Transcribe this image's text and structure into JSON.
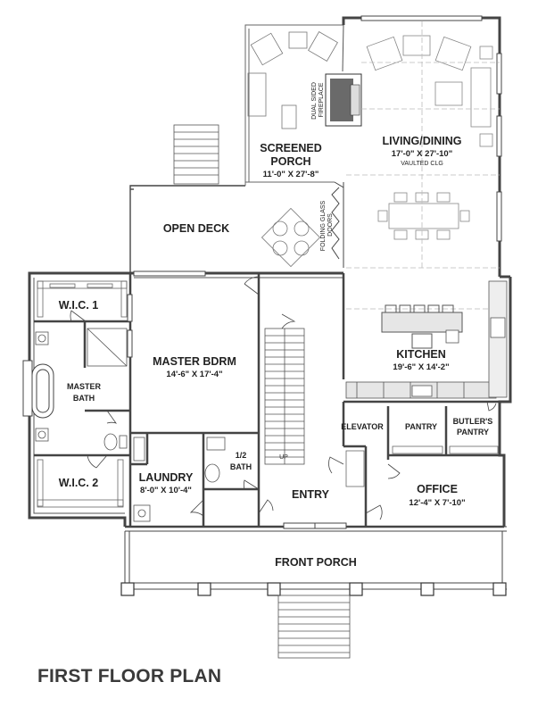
{
  "title": "FIRST FLOOR PLAN",
  "rooms": {
    "screened_porch": {
      "name_line1": "SCREENED",
      "name_line2": "PORCH",
      "dims": "11'-0\" X 27'-8\""
    },
    "living_dining": {
      "name": "LIVING/DINING",
      "dims": "17'-0\" X 27'-10\"",
      "note": "VAULTED CLG"
    },
    "open_deck": {
      "name": "OPEN DECK"
    },
    "wic1": {
      "name": "W.I.C. 1"
    },
    "master_bath": {
      "name_line1": "MASTER",
      "name_line2": "BATH"
    },
    "master_bdrm": {
      "name": "MASTER BDRM",
      "dims": "14'-6\" X 17'-4\""
    },
    "kitchen": {
      "name": "KITCHEN",
      "dims": "19'-6\" X 14'-2\""
    },
    "elevator": {
      "name": "ELEVATOR"
    },
    "pantry": {
      "name": "PANTRY"
    },
    "butlers_pantry": {
      "name_line1": "BUTLER'S",
      "name_line2": "PANTRY"
    },
    "wic2": {
      "name": "W.I.C. 2"
    },
    "laundry": {
      "name": "LAUNDRY",
      "dims": "8'-0\" X 10'-4\""
    },
    "half_bath": {
      "name_line1": "1/2",
      "name_line2": "BATH"
    },
    "entry": {
      "name": "ENTRY"
    },
    "office": {
      "name": "OFFICE",
      "dims": "12'-4\" X 7'-10\""
    },
    "front_porch": {
      "name": "FRONT PORCH"
    }
  },
  "notes": {
    "fireplace_line1": "DUAL SIDED",
    "fireplace_line2": "FIREPLACE",
    "folding_line1": "FOLDING GLASS",
    "folding_line2": "DOORS",
    "stair_up": "UP"
  }
}
